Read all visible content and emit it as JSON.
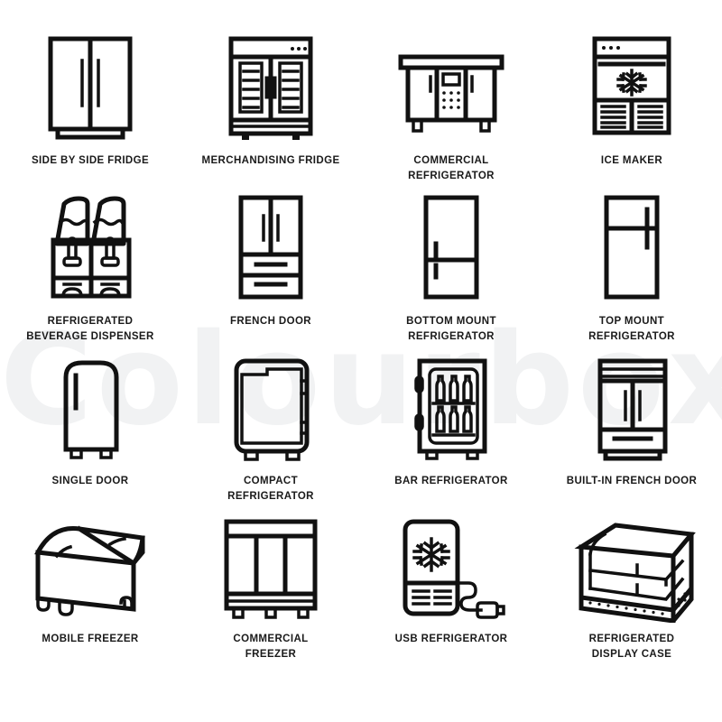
{
  "page": {
    "title": "Refrigerator line icons set",
    "background_color": "#ffffff",
    "line_color": "#111111",
    "watermark_text": "Colourbox",
    "watermark_color": "#f1f2f3",
    "columns": 4,
    "rows": 4
  },
  "icons": [
    {
      "id": "side-by-side-fridge",
      "label": "SIDE BY SIDE FRIDGE",
      "row": 1,
      "col": 1
    },
    {
      "id": "merchandising-fridge",
      "label": "MERCHANDISING FRIDGE",
      "row": 1,
      "col": 2
    },
    {
      "id": "commercial-refrigerator",
      "label": "COMMERCIAL REFRIGERATOR",
      "row": 1,
      "col": 3
    },
    {
      "id": "ice-maker",
      "label": "ICE MAKER",
      "row": 1,
      "col": 4
    },
    {
      "id": "beverage-dispenser",
      "label": "REFRIGERATED BEVERAGE DISPENSER",
      "row": 2,
      "col": 1
    },
    {
      "id": "french-door",
      "label": "FRENCH DOOR",
      "row": 2,
      "col": 2
    },
    {
      "id": "bottom-mount-refrigerator",
      "label": "BOTTOM MOUNT REFRIGERATOR",
      "row": 2,
      "col": 3
    },
    {
      "id": "top-mount-refrigerator",
      "label": "TOP MOUNT REFRIGERATOR",
      "row": 2,
      "col": 4
    },
    {
      "id": "single-door",
      "label": "SINGLE DOOR",
      "row": 3,
      "col": 1
    },
    {
      "id": "compact-refrigerator",
      "label": "COMPACT REFRIGERATOR",
      "row": 3,
      "col": 2
    },
    {
      "id": "bar-refrigerator",
      "label": "BAR REFRIGERATOR",
      "row": 3,
      "col": 3
    },
    {
      "id": "built-in-french-door",
      "label": "BUILT-IN FRENCH DOOR",
      "row": 3,
      "col": 4
    },
    {
      "id": "mobile-freezer",
      "label": "MOBILE FREEZER",
      "row": 4,
      "col": 1
    },
    {
      "id": "commercial-freezer",
      "label": "COMMERCIAL FREEZER",
      "row": 4,
      "col": 2
    },
    {
      "id": "usb-refrigerator",
      "label": "USB REFRIGERATOR",
      "row": 4,
      "col": 3
    },
    {
      "id": "refrigerated-display-case",
      "label": "REFRIGERATED DISPLAY CASE",
      "row": 4,
      "col": 4
    }
  ],
  "labels": {
    "l0": "SIDE BY SIDE FRIDGE",
    "l1": "MERCHANDISING FRIDGE",
    "l2_a": "COMMERCIAL",
    "l2_b": "REFRIGERATOR",
    "l3": "ICE MAKER",
    "l4_a": "REFRIGERATED",
    "l4_b": "BEVERAGE DISPENSER",
    "l5": "FRENCH DOOR",
    "l6_a": "BOTTOM MOUNT",
    "l6_b": "REFRIGERATOR",
    "l7_a": "TOP MOUNT",
    "l7_b": "REFRIGERATOR",
    "l8": "SINGLE DOOR",
    "l9_a": "COMPACT",
    "l9_b": "REFRIGERATOR",
    "l10": "BAR REFRIGERATOR",
    "l11": "BUILT-IN FRENCH DOOR",
    "l12": "MOBILE FREEZER",
    "l13_a": "COMMERCIAL",
    "l13_b": "FREEZER",
    "l14": "USB REFRIGERATOR",
    "l15_a": "REFRIGERATED",
    "l15_b": "DISPLAY CASE"
  }
}
